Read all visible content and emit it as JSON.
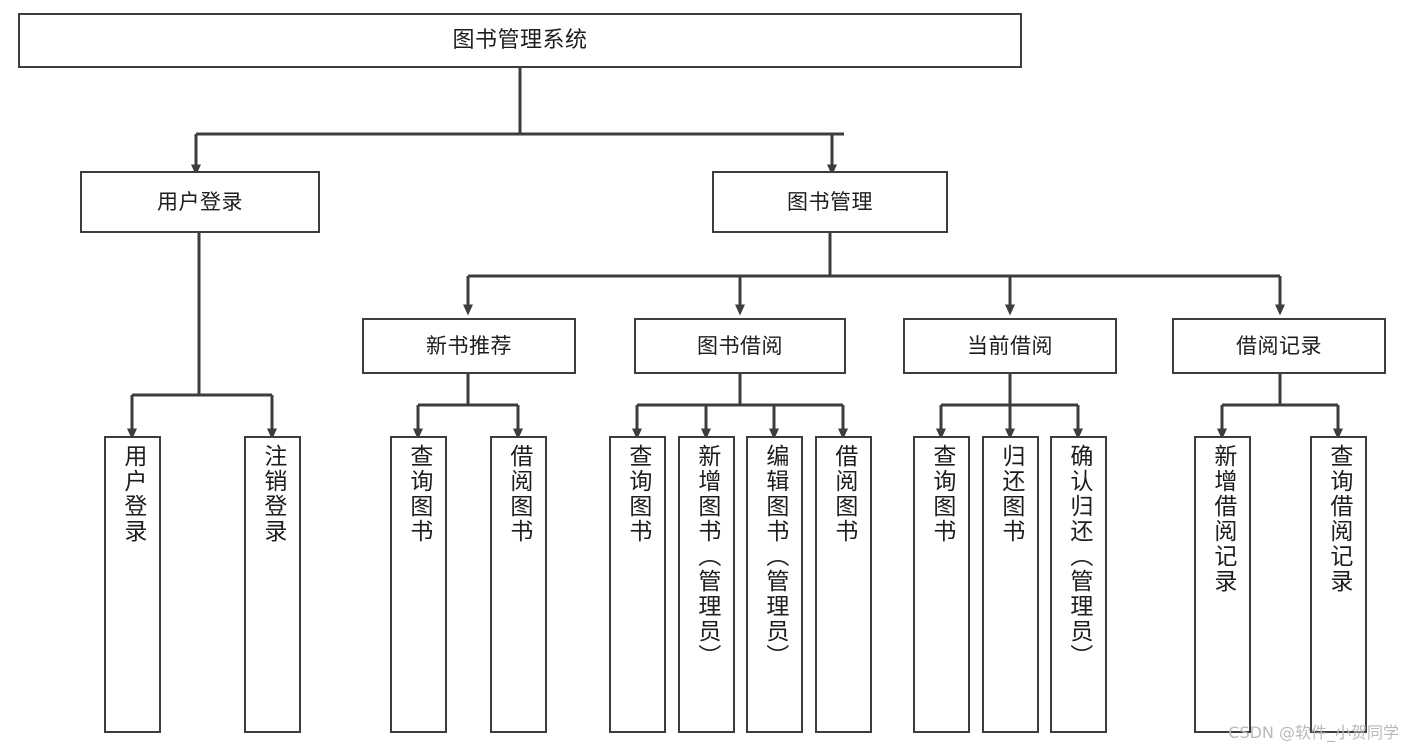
{
  "diagram": {
    "title": "图书管理系统",
    "type": "hierarchy-tree",
    "line_color": "#3d3d3d",
    "box_fill": "#ffffff",
    "text_color": "#1d1d1d"
  },
  "root": {
    "label": "图书管理系统"
  },
  "level2": [
    {
      "label": "用户登录"
    },
    {
      "label": "图书管理"
    }
  ],
  "level3": [
    {
      "label": "新书推荐"
    },
    {
      "label": "图书借阅"
    },
    {
      "label": "当前借阅"
    },
    {
      "label": "借阅记录"
    }
  ],
  "leaves": {
    "user_login": [
      {
        "label": "用户登录"
      },
      {
        "label": "注销登录"
      }
    ],
    "new_book_recommend": [
      {
        "label": "查询图书"
      },
      {
        "label": "借阅图书"
      }
    ],
    "book_borrow": [
      {
        "label": "查询图书"
      },
      {
        "label": "新增图书（管理员）"
      },
      {
        "label": "编辑图书（管理员）"
      },
      {
        "label": "借阅图书"
      }
    ],
    "current_borrow": [
      {
        "label": "查询图书"
      },
      {
        "label": "归还图书"
      },
      {
        "label": "确认归还（管理员）"
      }
    ],
    "borrow_records": [
      {
        "label": "新增借阅记录"
      },
      {
        "label": "查询借阅记录"
      }
    ]
  },
  "watermark": {
    "text": "CSDN @软件_小贺同学"
  }
}
